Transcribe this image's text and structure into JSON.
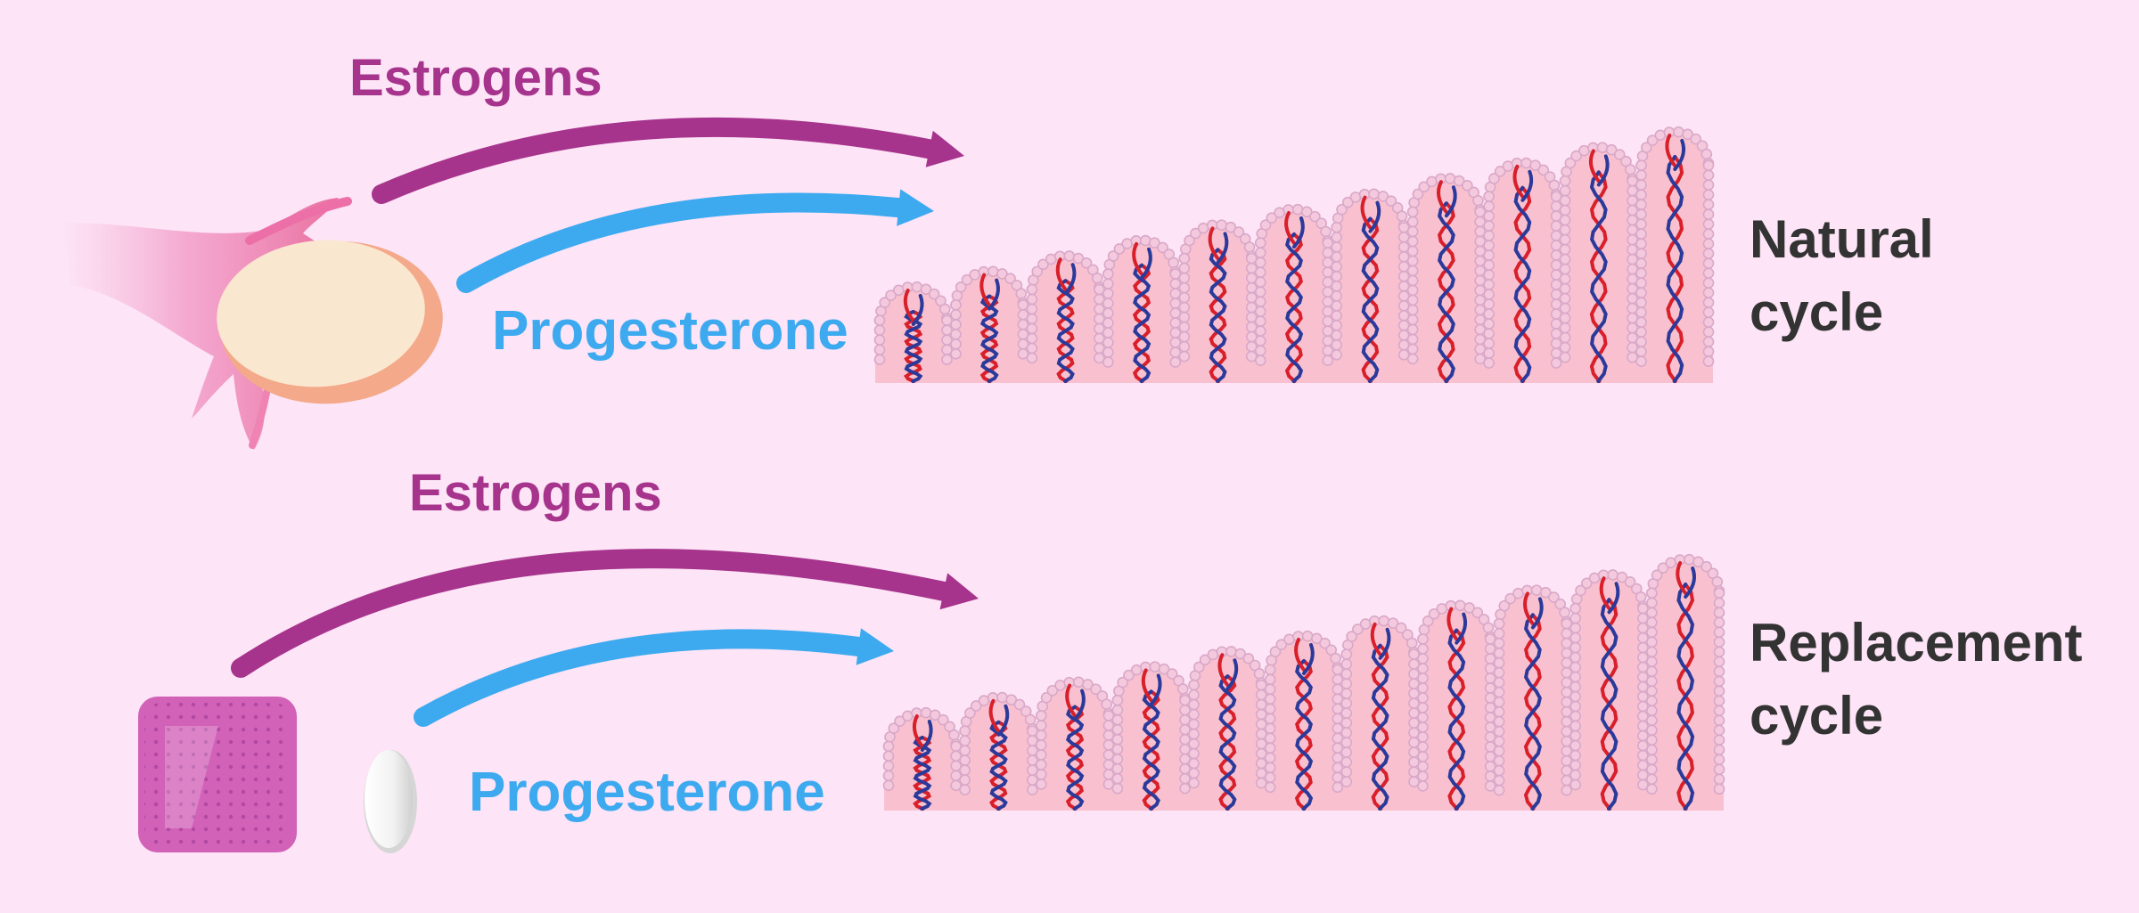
{
  "colors": {
    "background": "#fde4f6",
    "estrogens": "#a6338c",
    "progesterone": "#3daaf0",
    "text": "#333333",
    "tissue": "#f9c1cf",
    "epithelium": "#d9a8c8",
    "artery": "#d81f2a",
    "vein": "#2b3a9a"
  },
  "natural": {
    "estrogens_label": "Estrogens",
    "progesterone_label": "Progesterone",
    "cycle_line1": "Natural",
    "cycle_line2": "cycle",
    "source_icon": "ovary-icon"
  },
  "replacement": {
    "estrogens_label": "Estrogens",
    "progesterone_label": "Progesterone",
    "cycle_line1": "Replacement",
    "cycle_line2": "cycle",
    "estrogen_source_icon": "patch-icon",
    "progesterone_source_icon": "capsule-icon"
  }
}
